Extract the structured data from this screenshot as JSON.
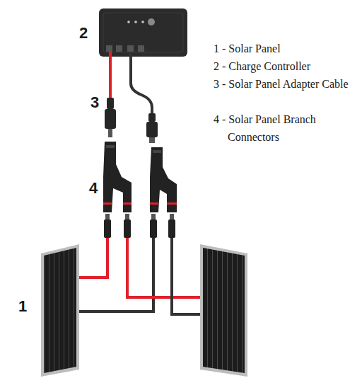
{
  "diagram": {
    "labels": [
      "2",
      "1 - Solar Panel",
      "2 - Charge Controller",
      "3 - Solar Panel Adapter Cable",
      "4 - Solar Panel Branch Connectors",
      "3",
      "4",
      "1"
    ]
  }
}
